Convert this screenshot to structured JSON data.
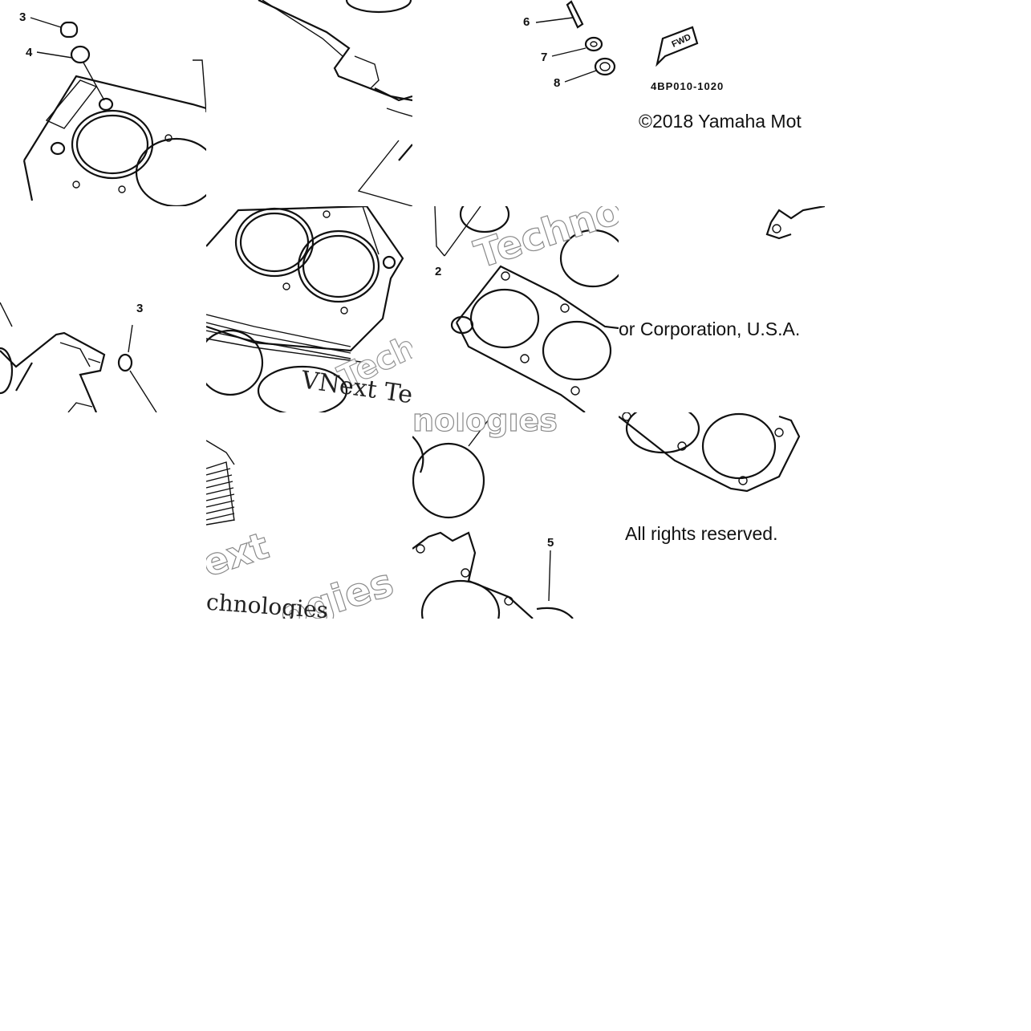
{
  "callouts": {
    "c3_top": "3",
    "c4": "4",
    "c6": "6",
    "c7": "7",
    "c8": "8",
    "c2": "2",
    "c3_mid": "3",
    "c5": "5"
  },
  "fwd_label": "FWD",
  "part_code": "4BP010-1020",
  "copyright": {
    "line1": "©2018 Yamaha Mot",
    "line2": "or Corporation, U.S.A.",
    "line3": "All rights reserved."
  },
  "watermarks": {
    "techno": "Techno",
    "vnext_tec": "VNext Tec",
    "nologies": "nologies",
    "ext": "ext",
    "ogies": "ogies",
    "chnologies": "chnologies"
  }
}
